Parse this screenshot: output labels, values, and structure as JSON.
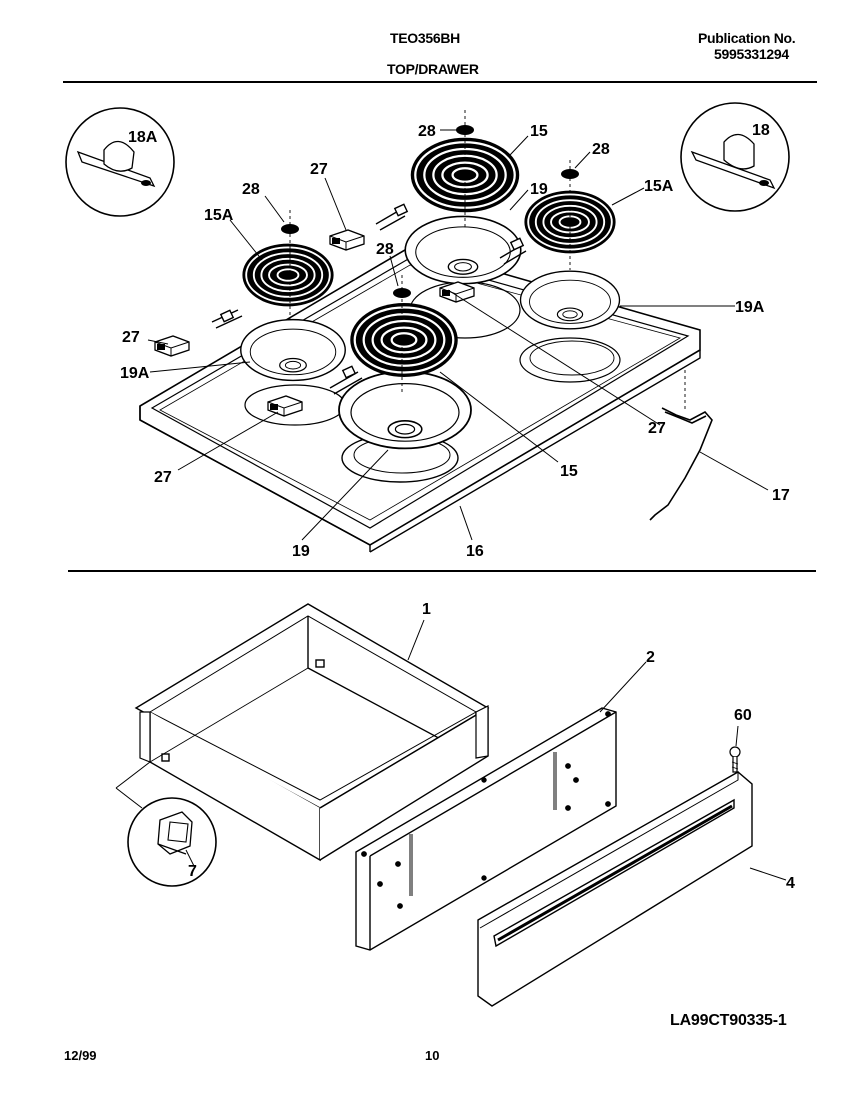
{
  "header": {
    "model": "TEO356BH",
    "section": "TOP/DRAWER",
    "publication_label": "Publication No.",
    "publication_number": "5995331294"
  },
  "top_callouts": {
    "c18A": "18A",
    "c18": "18",
    "c28a": "28",
    "c15a": "15",
    "c28b": "28",
    "c27a": "27",
    "c28c": "28",
    "c19a": "19",
    "c15Aa": "15A",
    "c15Ab": "15A",
    "c28d": "28",
    "c19Aa": "19A",
    "c27b": "27",
    "c19Ab": "19A",
    "c27c": "27",
    "c27d": "27",
    "c15b": "15",
    "c17": "17",
    "c19b": "19",
    "c16": "16"
  },
  "bottom_callouts": {
    "c1": "1",
    "c2": "2",
    "c60": "60",
    "c4": "4",
    "c7": "7"
  },
  "footer": {
    "date": "12/99",
    "page": "10",
    "reference": "LA99CT90335-1"
  }
}
